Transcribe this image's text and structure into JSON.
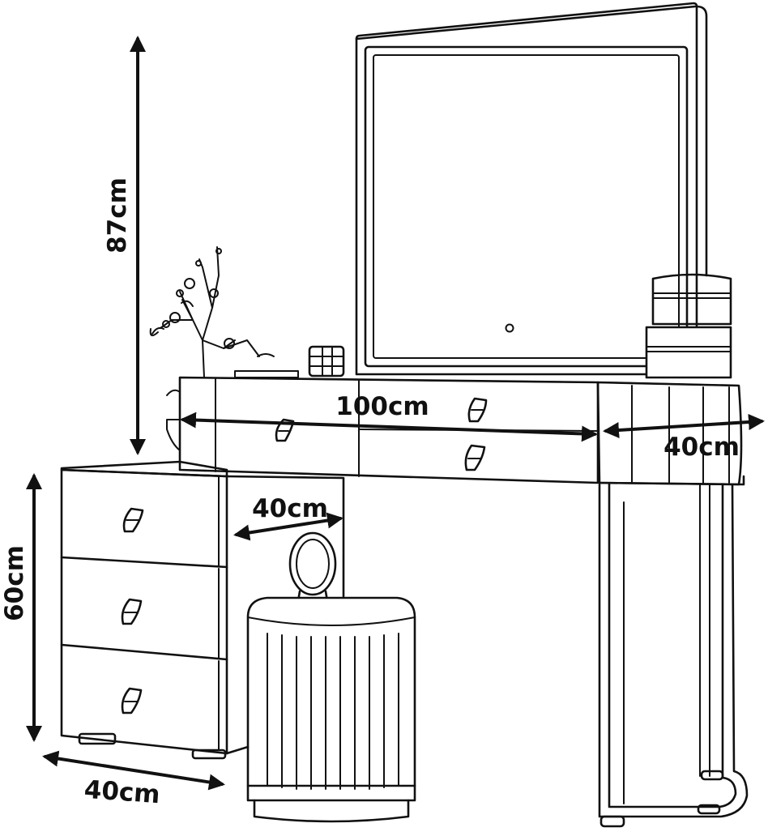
{
  "dimensions": {
    "mirror_height": "87cm",
    "table_width": "100cm",
    "table_depth": "40cm",
    "cabinet_gap": "40cm",
    "cabinet_height": "60cm",
    "cabinet_depth": "40cm"
  },
  "colors": {
    "line": "#111111",
    "background": "#ffffff"
  }
}
